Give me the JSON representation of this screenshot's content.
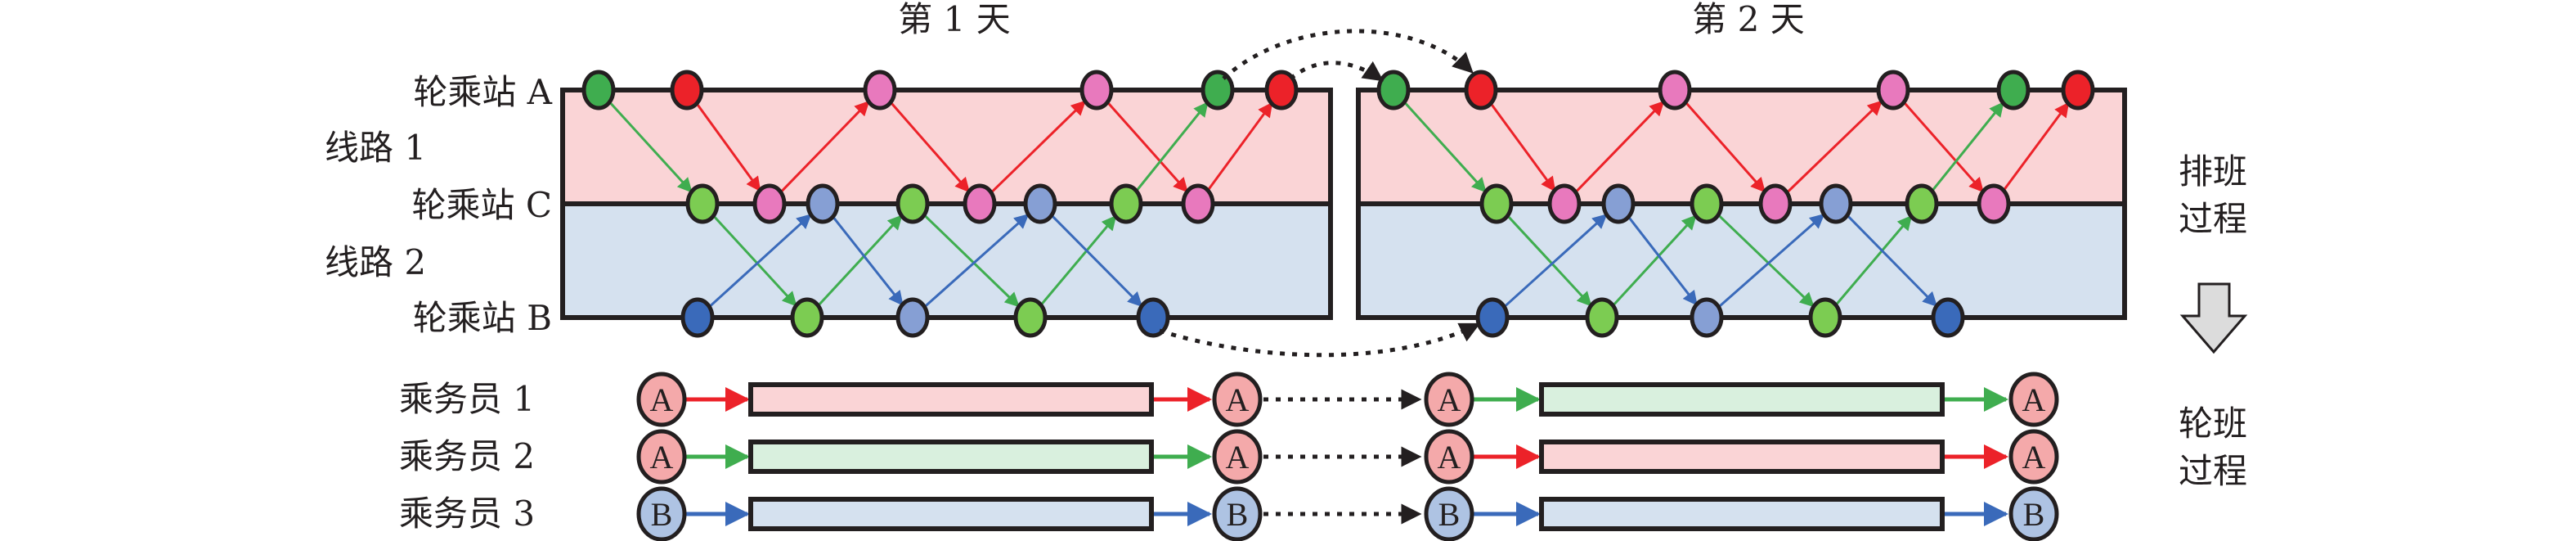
{
  "headers": {
    "day1": "第 1 天",
    "day2": "第 2 天"
  },
  "left_labels": {
    "station_a": "轮乘站 A",
    "line_1": "线路 1",
    "station_c": "轮乘站 C",
    "line_2": "线路 2",
    "station_b": "轮乘站 B"
  },
  "crew_labels": [
    "乘务员 1",
    "乘务员 2",
    "乘务员 3"
  ],
  "right_labels": {
    "scheduling_line1": "排班",
    "scheduling_line2": "过程",
    "rotation_line1": "轮班",
    "rotation_line2": "过程"
  },
  "colors": {
    "line1_bg": "#fad4d6",
    "line2_bg": "#d5e1ef",
    "red": "#ec2229",
    "pink": "#e879bd",
    "dark_green": "#3fad4f",
    "light_green": "#7ccc52",
    "dark_blue": "#3a6aba",
    "light_blue": "#869fd4",
    "crew_green_bg": "#d9f0de",
    "station_a_circle": "#f4a9aa",
    "station_b_circle": "#aec3e3",
    "arrow_fill": "#dcdcdc"
  },
  "schedule": {
    "stations": [
      "A",
      "C",
      "B"
    ],
    "day1": {
      "nodes": [
        {
          "id": "a1",
          "station": "A",
          "color": "dark_green"
        },
        {
          "id": "a2",
          "station": "A",
          "color": "red"
        },
        {
          "id": "a3",
          "station": "A",
          "color": "pink"
        },
        {
          "id": "a4",
          "station": "A",
          "color": "pink"
        },
        {
          "id": "a5",
          "station": "A",
          "color": "dark_green"
        },
        {
          "id": "a6",
          "station": "A",
          "color": "red"
        },
        {
          "id": "c1",
          "station": "C",
          "color": "light_green"
        },
        {
          "id": "c2",
          "station": "C",
          "color": "pink"
        },
        {
          "id": "c3",
          "station": "C",
          "color": "light_blue"
        },
        {
          "id": "c4",
          "station": "C",
          "color": "light_green"
        },
        {
          "id": "c5",
          "station": "C",
          "color": "pink"
        },
        {
          "id": "c6",
          "station": "C",
          "color": "light_blue"
        },
        {
          "id": "c7",
          "station": "C",
          "color": "light_green"
        },
        {
          "id": "c8",
          "station": "C",
          "color": "pink"
        },
        {
          "id": "b1",
          "station": "B",
          "color": "dark_blue"
        },
        {
          "id": "b2",
          "station": "B",
          "color": "light_green"
        },
        {
          "id": "b3",
          "station": "B",
          "color": "light_blue"
        },
        {
          "id": "b4",
          "station": "B",
          "color": "light_green"
        },
        {
          "id": "b5",
          "station": "B",
          "color": "dark_blue"
        }
      ],
      "edges": [
        {
          "from": "a1",
          "to": "c1",
          "color": "dark_green"
        },
        {
          "from": "a2",
          "to": "c2",
          "color": "red"
        },
        {
          "from": "c2",
          "to": "a3",
          "color": "red"
        },
        {
          "from": "a3",
          "to": "c5",
          "color": "red"
        },
        {
          "from": "c5",
          "to": "a4",
          "color": "red"
        },
        {
          "from": "a4",
          "to": "c8",
          "color": "red"
        },
        {
          "from": "c8",
          "to": "a6",
          "color": "red"
        },
        {
          "from": "c7",
          "to": "a5",
          "color": "dark_green"
        },
        {
          "from": "c1",
          "to": "b2",
          "color": "dark_green"
        },
        {
          "from": "b2",
          "to": "c4",
          "color": "dark_green"
        },
        {
          "from": "c4",
          "to": "b4",
          "color": "dark_green"
        },
        {
          "from": "b4",
          "to": "c7",
          "color": "dark_green"
        },
        {
          "from": "b1",
          "to": "c3",
          "color": "dark_blue"
        },
        {
          "from": "c3",
          "to": "b3",
          "color": "dark_blue"
        },
        {
          "from": "b3",
          "to": "c6",
          "color": "dark_blue"
        },
        {
          "from": "c6",
          "to": "b5",
          "color": "dark_blue"
        }
      ]
    },
    "day2": {
      "nodes": [
        {
          "id": "a1",
          "station": "A",
          "color": "dark_green"
        },
        {
          "id": "a2",
          "station": "A",
          "color": "red"
        },
        {
          "id": "a3",
          "station": "A",
          "color": "pink"
        },
        {
          "id": "a4",
          "station": "A",
          "color": "pink"
        },
        {
          "id": "a5",
          "station": "A",
          "color": "dark_green"
        },
        {
          "id": "a6",
          "station": "A",
          "color": "red"
        },
        {
          "id": "c1",
          "station": "C",
          "color": "light_green"
        },
        {
          "id": "c2",
          "station": "C",
          "color": "pink"
        },
        {
          "id": "c3",
          "station": "C",
          "color": "light_blue"
        },
        {
          "id": "c4",
          "station": "C",
          "color": "light_green"
        },
        {
          "id": "c5",
          "station": "C",
          "color": "pink"
        },
        {
          "id": "c6",
          "station": "C",
          "color": "light_blue"
        },
        {
          "id": "c7",
          "station": "C",
          "color": "light_green"
        },
        {
          "id": "c8",
          "station": "C",
          "color": "pink"
        },
        {
          "id": "b1",
          "station": "B",
          "color": "dark_blue"
        },
        {
          "id": "b2",
          "station": "B",
          "color": "light_green"
        },
        {
          "id": "b3",
          "station": "B",
          "color": "light_blue"
        },
        {
          "id": "b4",
          "station": "B",
          "color": "light_green"
        },
        {
          "id": "b5",
          "station": "B",
          "color": "dark_blue"
        }
      ],
      "edges": [
        {
          "from": "a1",
          "to": "c1",
          "color": "dark_green"
        },
        {
          "from": "a2",
          "to": "c2",
          "color": "red"
        },
        {
          "from": "c2",
          "to": "a3",
          "color": "red"
        },
        {
          "from": "a3",
          "to": "c5",
          "color": "red"
        },
        {
          "from": "c5",
          "to": "a4",
          "color": "red"
        },
        {
          "from": "a4",
          "to": "c8",
          "color": "red"
        },
        {
          "from": "c8",
          "to": "a6",
          "color": "red"
        },
        {
          "from": "c7",
          "to": "a5",
          "color": "dark_green"
        },
        {
          "from": "c1",
          "to": "b2",
          "color": "dark_green"
        },
        {
          "from": "b2",
          "to": "c4",
          "color": "dark_green"
        },
        {
          "from": "c4",
          "to": "b4",
          "color": "dark_green"
        },
        {
          "from": "b4",
          "to": "c7",
          "color": "dark_green"
        },
        {
          "from": "b1",
          "to": "c3",
          "color": "dark_blue"
        },
        {
          "from": "c3",
          "to": "b3",
          "color": "dark_blue"
        },
        {
          "from": "b3",
          "to": "c6",
          "color": "dark_blue"
        },
        {
          "from": "c6",
          "to": "b5",
          "color": "dark_blue"
        }
      ]
    },
    "cross_day_links": [
      {
        "from": "day1.a5",
        "to": "day2.a2"
      },
      {
        "from": "day1.a6",
        "to": "day2.a1"
      },
      {
        "from": "day1.b5",
        "to": "day2.b1"
      }
    ]
  },
  "rotation": {
    "crews": [
      {
        "name": "乘务员 1",
        "day1": {
          "start": "A",
          "end": "A",
          "duty": "red"
        },
        "day2": {
          "start": "A",
          "end": "A",
          "duty": "green"
        }
      },
      {
        "name": "乘务员 2",
        "day1": {
          "start": "A",
          "end": "A",
          "duty": "green"
        },
        "day2": {
          "start": "A",
          "end": "A",
          "duty": "red"
        }
      },
      {
        "name": "乘务员 3",
        "day1": {
          "start": "B",
          "end": "B",
          "duty": "blue"
        },
        "day2": {
          "start": "B",
          "end": "B",
          "duty": "blue"
        }
      }
    ]
  }
}
